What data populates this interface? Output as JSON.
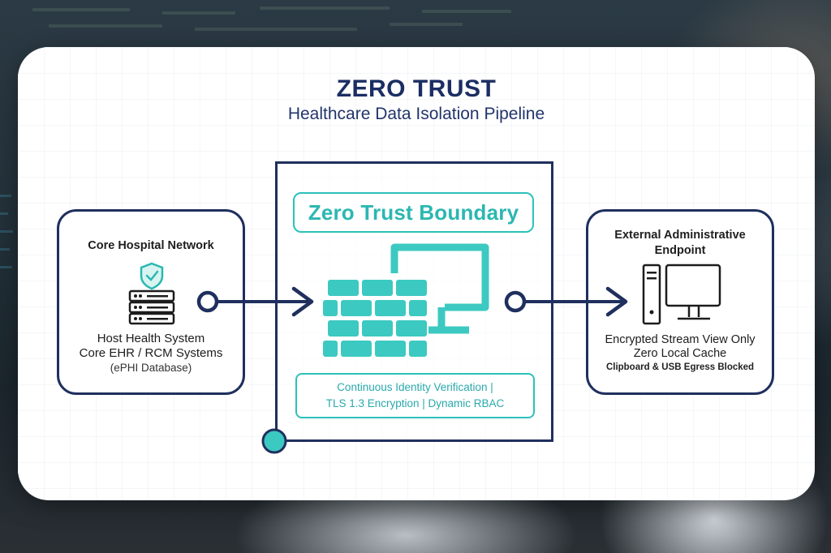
{
  "header": {
    "title": "ZERO TRUST",
    "subtitle": "Healthcare Data Isolation Pipeline"
  },
  "source_node": {
    "title": "Core Hospital Network",
    "icon": "server-shield-icon",
    "lines": [
      "Host Health System",
      "Core EHR  / RCM Systems"
    ],
    "note": "(ePHI Database)"
  },
  "boundary": {
    "label": "Zero Trust Boundary",
    "icon": "firewall-monitor-icon",
    "controls": [
      "Continuous Identity Verification |",
      "TLS 1.3 Encryption | Dynamic RBAC"
    ]
  },
  "target_node": {
    "title": "External Administrative Endpoint",
    "icon": "desktop-computer-icon",
    "lines": [
      "Encrypted Stream View Only",
      "Zero Local Cache"
    ],
    "note": "Clipboard & USB Egress Blocked"
  },
  "colors": {
    "navy": "#1f2f5e",
    "teal": "#2cc1bb",
    "title": "#1b2e63"
  }
}
